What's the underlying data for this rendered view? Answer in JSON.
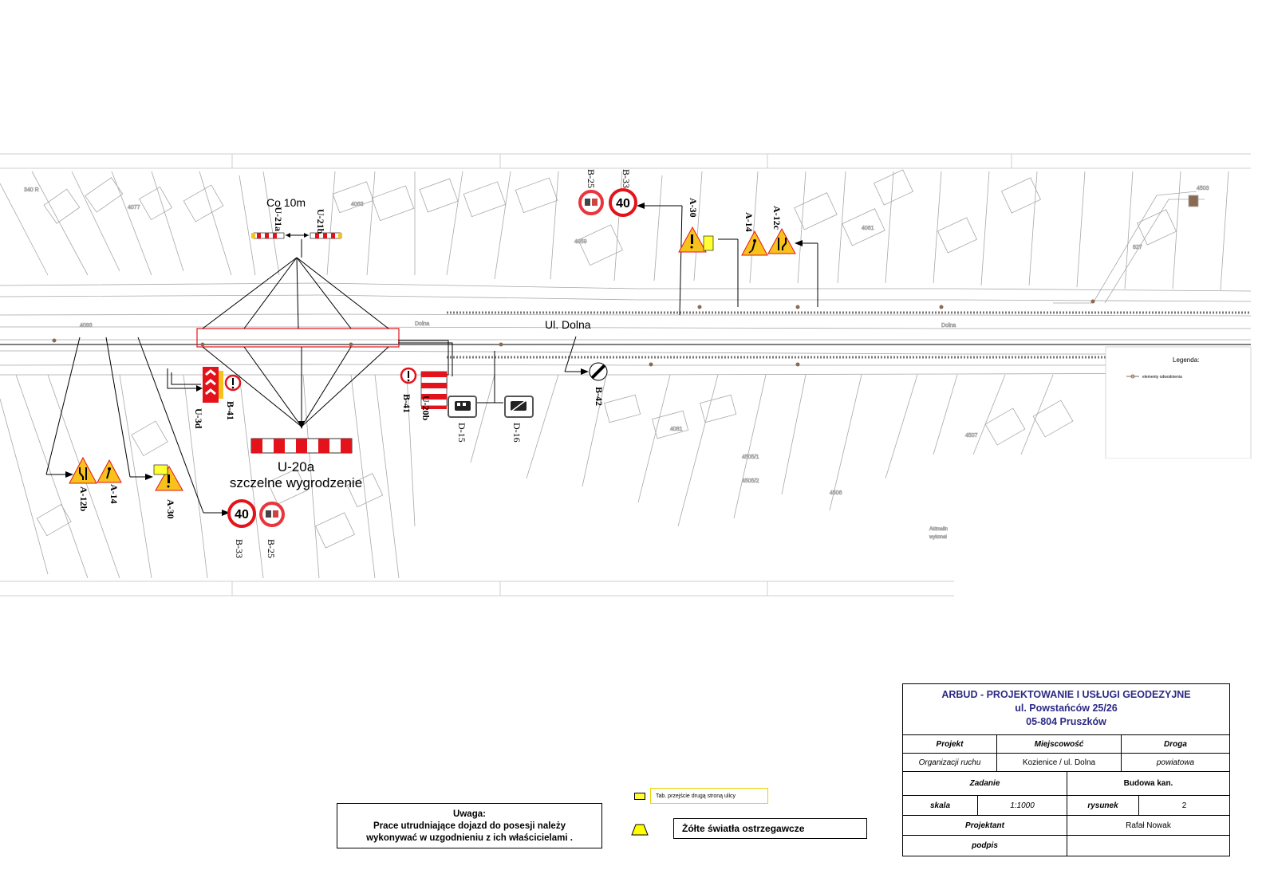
{
  "street_label": "Ul. Dolna",
  "spacing_label": "Co 10m",
  "barrier_title": "U-20a",
  "barrier_subtitle": "szczelne wygrodzenie",
  "signs": {
    "b25_top": "B-25",
    "b33_top": "B-33",
    "a30_top": "A-30",
    "a14_top": "A-14",
    "a12c_top": "A-12c",
    "u21a": "U-21a",
    "u21b": "U-21b",
    "u3d": "U-3d",
    "b41_left": "B-41",
    "b41_mid": "B-41",
    "u20b": "U-20b",
    "d15": "D-15",
    "d16": "D-16",
    "b42": "B-42",
    "a12b": "A-12b",
    "a14_bottom": "A-14",
    "a30_bottom": "A-30",
    "b33_bottom": "B-33",
    "b25_bottom": "B-25",
    "speed_top": "40",
    "speed_bottom": "40"
  },
  "legend": {
    "title": "Legenda:",
    "item": "elementy odwodnienia",
    "tab_label": "Tab. przejście drugą stroną ulicy",
    "light_label": "Żółte światła ostrzegawcze"
  },
  "note": {
    "title": "Uwaga:",
    "line1": "Prace utrudniające dojazd do posesji należy",
    "line2": "wykonywać w uzgodnieniu z ich właścicielami ."
  },
  "title_block": {
    "company": "ARBUD - PROJEKTOWANIE I USŁUGI GEODEZYJNE",
    "address": "ul. Powstańców 25/26",
    "city": "05-804 Pruszków",
    "h_projekt": "Projekt",
    "h_miejscowosc": "Miejscowość",
    "h_droga": "Droga",
    "v_projekt": "Organizacji ruchu",
    "v_miejscowosc": "Kozienice / ul. Dolna",
    "v_droga": "powiatowa",
    "h_zadanie": "Zadanie",
    "v_zadanie": "Budowa kan.",
    "h_skala": "skala",
    "v_skala": "1:1000",
    "h_rysunek": "rysunek",
    "v_rysunek": "2",
    "h_projektant": "Projektant",
    "v_projektant": "Rafał Nowak",
    "h_podpis": "podpis",
    "v_podpis": ""
  },
  "colors": {
    "sign_red": "#e4131b",
    "sign_yellow": "#f7c21b",
    "title_blue": "#2d2a84",
    "map_line": "#9a9a9a"
  }
}
